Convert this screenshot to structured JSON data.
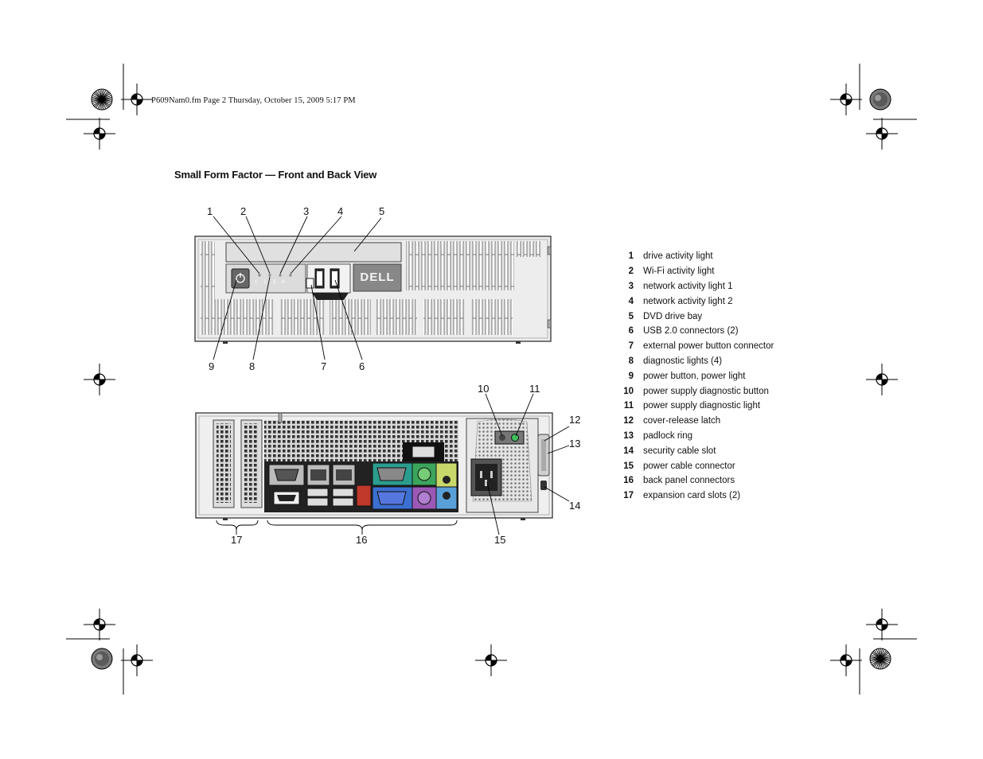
{
  "header": {
    "file_line": "P609Nam0.fm  Page 2  Thursday, October 15, 2009  5:17 PM"
  },
  "page_title": "Small Form Factor — Front and Back View",
  "front_panel": {
    "brand": "DELL",
    "led_numbers": [
      "1",
      "2",
      "3",
      "4"
    ]
  },
  "front_callouts": {
    "top": [
      "1",
      "2",
      "3",
      "4",
      "5"
    ],
    "bottom": [
      "9",
      "8",
      "7",
      "6"
    ]
  },
  "back_callouts": {
    "top": [
      "10",
      "11"
    ],
    "right": [
      "12",
      "13",
      "14"
    ],
    "bottom": [
      "17",
      "16",
      "15"
    ]
  },
  "legend": [
    {
      "num": "1",
      "label": "drive activity light"
    },
    {
      "num": "2",
      "label": "Wi-Fi activity light"
    },
    {
      "num": "3",
      "label": "network activity light 1"
    },
    {
      "num": "4",
      "label": "network activity light 2"
    },
    {
      "num": "5",
      "label": "DVD drive bay"
    },
    {
      "num": "6",
      "label": "USB 2.0 connectors (2)"
    },
    {
      "num": "7",
      "label": "external power button connector"
    },
    {
      "num": "8",
      "label": "diagnostic lights (4)"
    },
    {
      "num": "9",
      "label": "power button, power light"
    },
    {
      "num": "10",
      "label": "power supply diagnostic button"
    },
    {
      "num": "11",
      "label": "power supply diagnostic light"
    },
    {
      "num": "12",
      "label": "cover-release latch"
    },
    {
      "num": "13",
      "label": "padlock ring"
    },
    {
      "num": "14",
      "label": "security cable slot"
    },
    {
      "num": "15",
      "label": "power cable connector"
    },
    {
      "num": "16",
      "label": "back panel connectors"
    },
    {
      "num": "17",
      "label": "expansion card slots (2)"
    }
  ]
}
